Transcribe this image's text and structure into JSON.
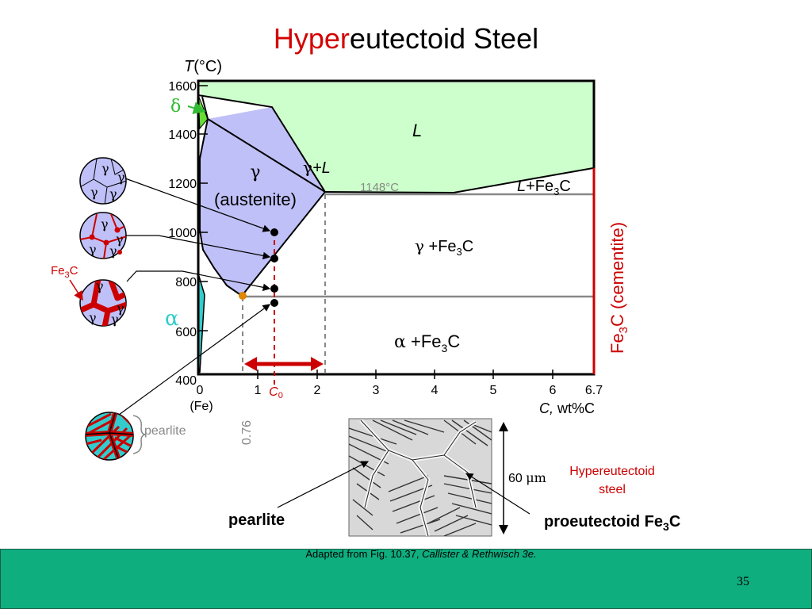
{
  "title": {
    "prefix": "Hyper",
    "rest": "eutectoid Steel"
  },
  "diagram": {
    "y_axis_label_T": "T",
    "y_axis_label_unit": "(°C)",
    "y_ticks": [
      "1600",
      "1400",
      "1200",
      "1000",
      "800",
      "600",
      "400"
    ],
    "x_ticks": [
      "0",
      "1",
      "2",
      "3",
      "4",
      "5",
      "6",
      "6.7"
    ],
    "x_origin_note": "(Fe)",
    "x_axis_label_C": "C,",
    "x_axis_label_unit": "wt%C",
    "c0_label": "C",
    "c0_sub": "0",
    "eutectoid_comp": "0.76",
    "eutectic_temp": "1148°C",
    "phase_delta": "δ",
    "phase_L": "L",
    "phase_gamma_L_g": "γ",
    "phase_gamma_L_rest": "+L",
    "phase_gamma": "γ",
    "phase_austenite": "(austenite)",
    "phase_L_Fe3C_L": "L",
    "phase_L_Fe3C_rest": "+Fe",
    "phase_gamma_Fe3C_g": "γ",
    "phase_gamma_Fe3C_rest": "+Fe",
    "phase_alpha": "α",
    "phase_alpha_Fe3C_a": "α",
    "phase_alpha_Fe3C_rest": "+Fe",
    "fe3c_sub": "3",
    "c_suffix": "C",
    "cementite_label_fe": "Fe",
    "cementite_label_rest": "C (cementite)"
  },
  "microstructures": {
    "gamma": "γ",
    "fe3c_label": "Fe",
    "fe3c_sub": "3",
    "fe3c_c": "C",
    "pearlite_label": "pearlite"
  },
  "micrograph": {
    "scale_label": "60",
    "scale_unit": "μm",
    "caption_line1": "Hypereutectoid",
    "caption_line2": "steel",
    "pearlite_callout": "pearlite",
    "proeutectoid_callout": "proeutectoid Fe",
    "proeutectoid_sub": "3",
    "proeutectoid_c": "C"
  },
  "footer": {
    "credit_prefix": "Adapted from Fig. 10.37,",
    "credit_italic": "Callister & Rethwisch 3e.",
    "page_number": "35"
  },
  "colors": {
    "liquid_fill": "#ccffcc",
    "austenite_fill": "#c0c0f8",
    "accent_red": "#cc0000",
    "alpha_cyan": "#33cccc",
    "footer_green": "#0fae7f"
  }
}
